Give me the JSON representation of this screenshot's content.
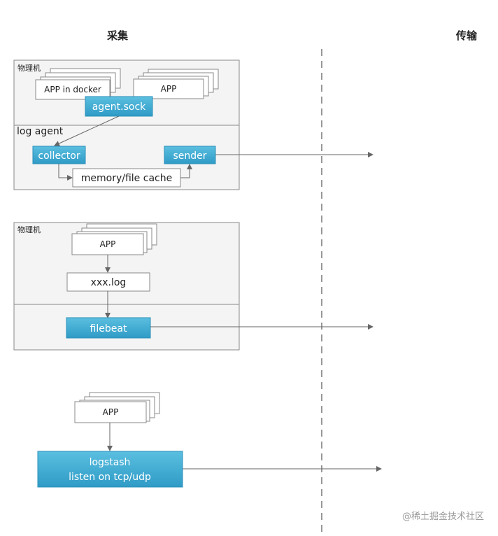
{
  "headers": {
    "collect": "采集",
    "transport": "传输"
  },
  "section1": {
    "machine_label": "物理机",
    "app_docker_label": "APP in docker",
    "app_label": "APP",
    "agent_sock_label": "agent.sock",
    "log_agent_label": "log agent",
    "collector_label": "collector",
    "sender_label": "sender",
    "cache_label": "memory/file cache"
  },
  "section2": {
    "machine_label": "物理机",
    "app_label": "APP",
    "log_file_label": "xxx.log",
    "filebeat_label": "filebeat"
  },
  "section3": {
    "app_label": "APP",
    "logstash_line1": "logstash",
    "logstash_line2": "listen on  tcp/udp"
  },
  "watermark": "@稀土掘金技术社区",
  "colors": {
    "accent_blue": "#3aa6cf",
    "panel_bg": "#f4f4f4",
    "border": "#888888",
    "arrow": "#666666"
  }
}
